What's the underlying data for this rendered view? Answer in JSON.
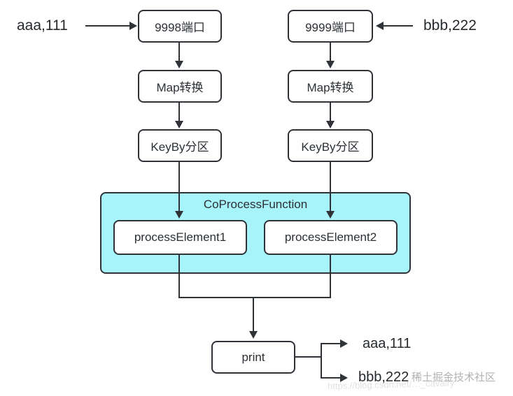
{
  "diagram": {
    "inputs": {
      "left": "aaa,111",
      "right": "bbb,222"
    },
    "nodes": {
      "port_left": "9998端口",
      "port_right": "9999端口",
      "map_left": "Map转换",
      "map_right": "Map转换",
      "keyby_left": "KeyBy分区",
      "keyby_right": "KeyBy分区",
      "coprocess_title": "CoProcessFunction",
      "process_element_1": "processElement1",
      "process_element_2": "processElement2",
      "print_node": "print"
    },
    "outputs": {
      "top": "aaa,111",
      "bottom": "bbb,222"
    },
    "watermark": {
      "text": "稀土掘金技术社区",
      "url_faint": "https://blog.csdn.net/…_cavalry"
    },
    "colors": {
      "line": "#2f3338",
      "node_fill": "#ffffff",
      "coprocess_fill": "#a7f4fa",
      "background": "#ffffff",
      "watermark_text": "#b2b2b2"
    }
  }
}
